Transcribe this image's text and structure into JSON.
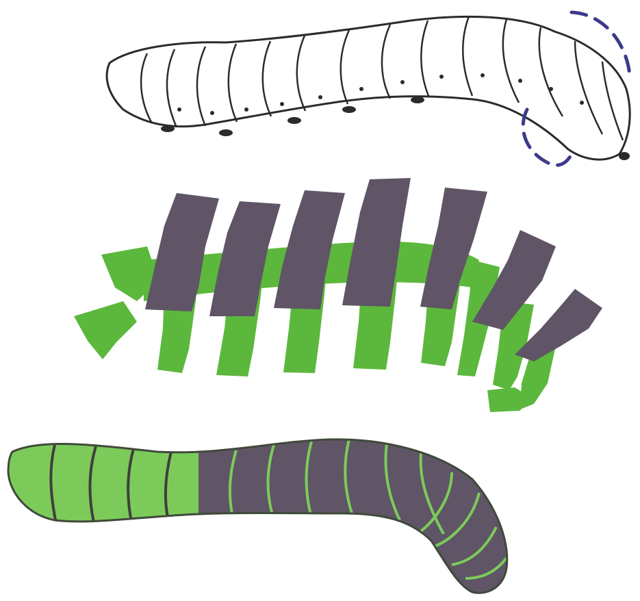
{
  "colors": {
    "background": "#ffffff",
    "outline": "#2b2b2b",
    "dashed_region": "#3d3a8a",
    "green": "#5cb83c",
    "green_light": "#7ccb5a",
    "gray": "#5f5566"
  },
  "panels": [
    {
      "name": "outline-larva",
      "style": "line-drawing",
      "segment_count": 14,
      "has_dashed_posterior_region": true
    },
    {
      "name": "exploded-segments",
      "style": "alternating-green-gray-bands",
      "green_band_count": 9,
      "gray_band_count": 7
    },
    {
      "name": "colored-larva",
      "style": "anterior-green-posterior-gray",
      "green_segment_count": 5,
      "gray_segment_count": 10
    }
  ]
}
